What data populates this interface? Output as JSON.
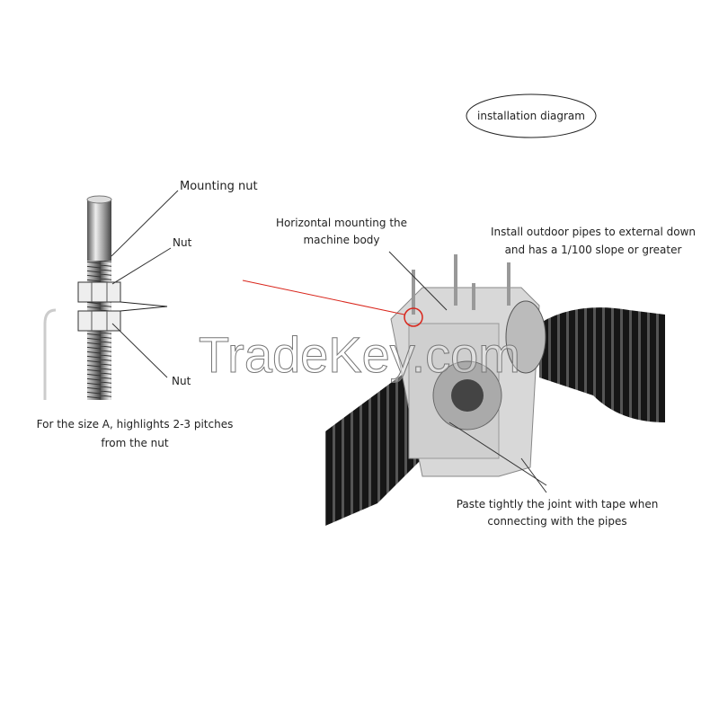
{
  "title": "installation diagram",
  "bolt": {
    "mounting_nut": "Mounting nut",
    "nut_top": "Nut",
    "nut_bottom": "Nut",
    "caption_line1": "For the size A, highlights 2-3 pitches",
    "caption_line2": "from the nut"
  },
  "machine": {
    "horizontal_line1": "Horizontal mounting the",
    "horizontal_line2": "machine body",
    "outdoor_line1": "Install outdoor pipes to external down",
    "outdoor_line2": "and has a 1/100 slope or greater",
    "tape_line1": "Paste tightly the joint with tape when",
    "tape_line2": "connecting with the pipes"
  },
  "watermark": "TradeKey.com",
  "colors": {
    "pointer_red": "#d9261c",
    "pipe": "#1c1c1c"
  }
}
